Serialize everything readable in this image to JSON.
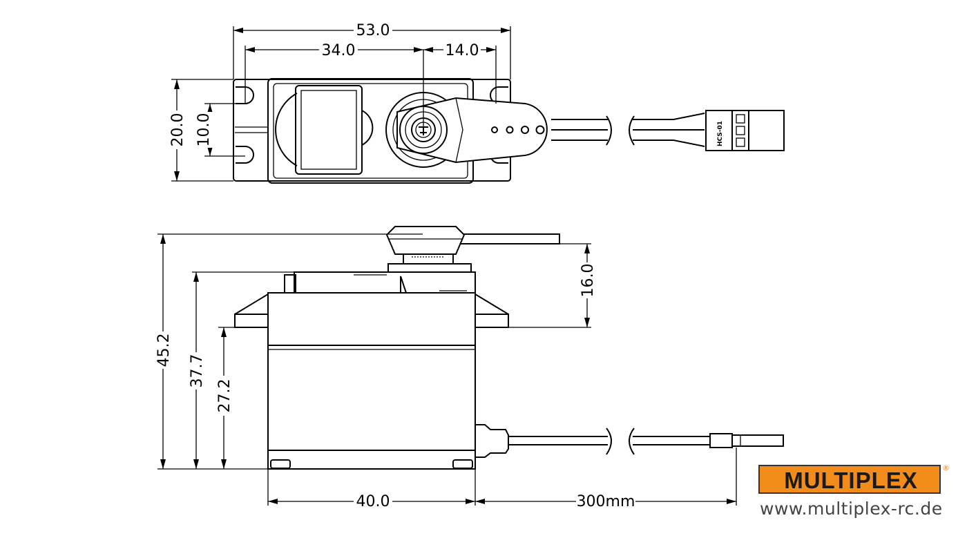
{
  "dimensions": {
    "top_total_width": "53.0",
    "top_hole_to_shaft": "34.0",
    "top_shaft_to_hole": "14.0",
    "top_height": "20.0",
    "top_hole_spacing": "10.0",
    "side_total_height": "45.2",
    "side_body_height": "37.7",
    "side_mount_height": "27.2",
    "side_horn_height": "16.0",
    "side_body_width": "40.0",
    "cable_length": "300mm"
  },
  "connector_label": "HCS-01",
  "brand": {
    "name": "MULTIPLEX",
    "registered": "®",
    "url": "www.multiplex-rc.de",
    "color": "#f28c1b"
  }
}
